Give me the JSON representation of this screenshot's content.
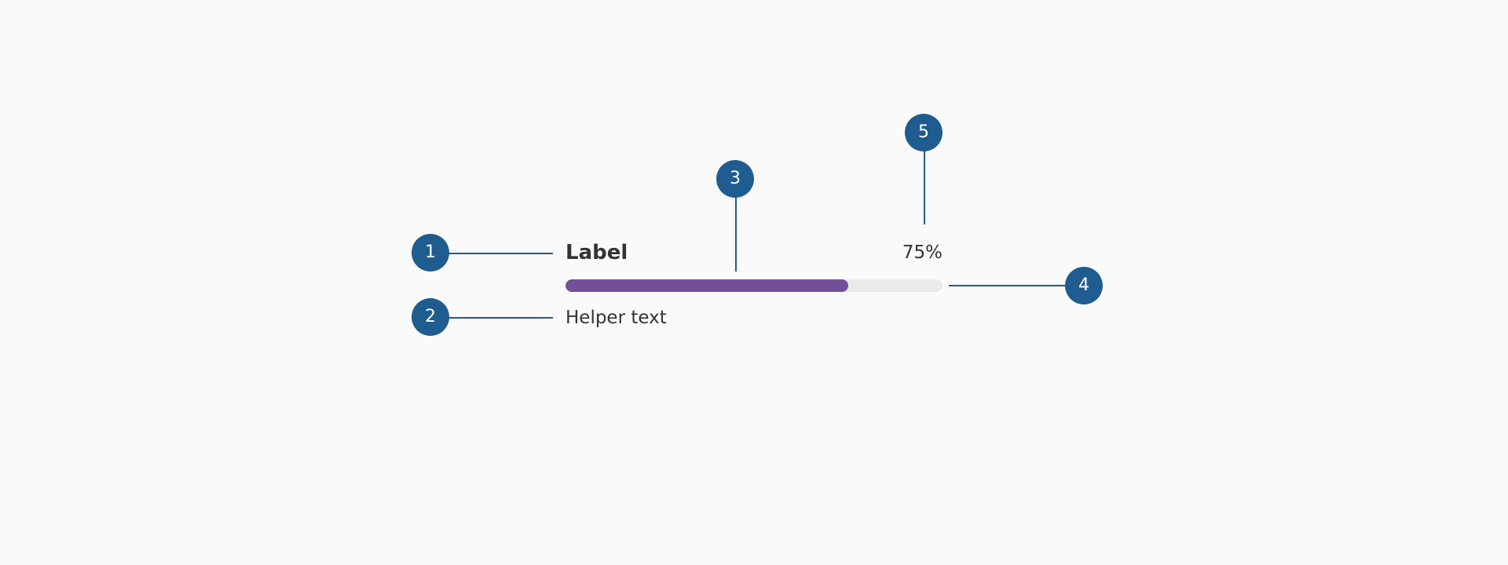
{
  "progress": {
    "label": "Label",
    "helper_text": "Helper text",
    "value_text": "75%",
    "value": 0.75
  },
  "callouts": [
    {
      "number": "1"
    },
    {
      "number": "2"
    },
    {
      "number": "3"
    },
    {
      "number": "4"
    },
    {
      "number": "5"
    }
  ],
  "colors": {
    "callout": "#1f5c8f",
    "fill": "#744f9a",
    "track": "#eaeaea",
    "background": "#fafafa",
    "text": "#333333"
  }
}
